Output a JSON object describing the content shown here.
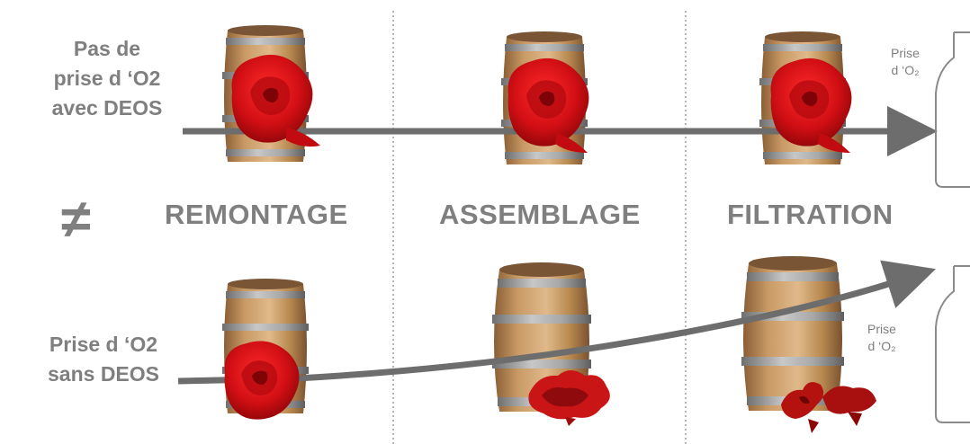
{
  "labels": {
    "top": [
      "Pas de",
      "prise d ‘O2",
      "avec DEOS"
    ],
    "bottom": [
      "Prise d ‘O2",
      "sans DEOS"
    ],
    "not_equal": "≠"
  },
  "stages": [
    "REMONTAGE",
    "ASSEMBLAGE",
    "FILTRATION"
  ],
  "oxygen_note": [
    "Prise",
    "d ‘O₂"
  ],
  "colors": {
    "text": "#7f7f7f",
    "arrow": "#6d6d6d",
    "rose": "#d10f14",
    "wood": "#b98a57",
    "hoop": "#9a9a9a",
    "divider": "#9a9a9a"
  },
  "roses": {
    "top": [
      "full",
      "full",
      "full"
    ],
    "bottom": [
      "full",
      "fading",
      "wilted"
    ]
  }
}
